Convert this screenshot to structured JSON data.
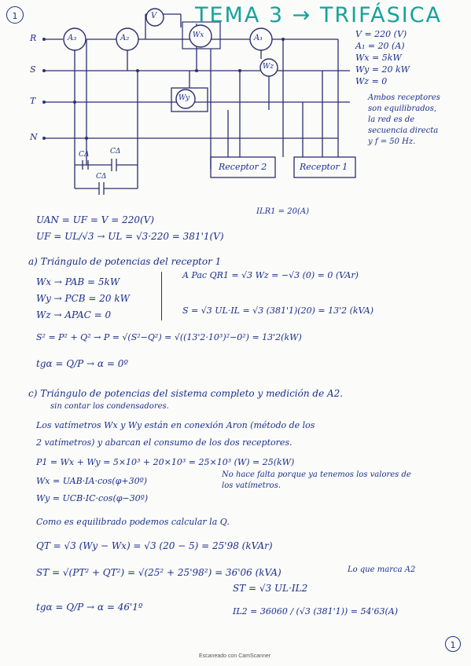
{
  "header": {
    "page_number": "1",
    "title": "TEMA 3 → TRIFÁSICA"
  },
  "diagram": {
    "lines": {
      "r": "R",
      "s": "S",
      "t": "T",
      "n": "N"
    },
    "meters": {
      "a3": "A₃",
      "a2": "A₂",
      "v": "V",
      "wx": "Wx",
      "a1": "A₁",
      "wz": "Wz",
      "wy": "Wy"
    },
    "capacitors": {
      "left": "CΔ",
      "middle": "CΔ",
      "bottom": "CΔ"
    },
    "receptors": {
      "r2": "Receptor 2",
      "r1": "Receptor 1"
    }
  },
  "data": {
    "items": [
      "V = 220 (V)",
      "A₁ = 20 (A)",
      "Wx = 5kW",
      "Wy = 20 kW",
      "Wz = 0"
    ],
    "note": [
      "Ambos receptores",
      "son equilibrados,",
      "la red es de",
      "secuencia directa",
      "y f = 50 Hz."
    ]
  },
  "body": {
    "ll1": "ILR1 = 20(A)",
    "l1": "UAN = UF = V = 220(V)",
    "l2": "UF = UL/√3 → UL = √3·220 = 381'1(V)",
    "a_head": "a) Triángulo de potencias del receptor 1",
    "a1": "Wx → PAB = 5kW",
    "a2": "Wy → PCB = 20 kW",
    "a3": "Wz → APAC = 0",
    "a_q": "A Pac   QR1 = √3 Wz = −√3 (0) = 0 (VAr)",
    "a_s": "S = √3 UL·IL = √3 (381'1)(20) = 13'2 (kVA)",
    "a_p": "S² = P² + Q² → P = √(S²−Q²) = √((13'2·10³)²−0²) = 13'2(kW)",
    "a_tg": "tgα = Q/P → α = 0º",
    "c_head": "c) Triángulo de potencias del sistema completo y medición de A2.",
    "c_sub": "sin contar los condensadores.",
    "c1": "Los vatímetros Wx y Wy están en conexión Aron (método de los",
    "c2": "2 vatímetros) y abarcan el consumo de los dos receptores.",
    "c3": "P1 = Wx + Wy = 5×10³ + 20×10³ = 25×10³ (W) = 25(kW)",
    "c4": "Wx = UAB·IA·cos(φ+30º)",
    "c5": "Wy = UCB·IC·cos(φ−30º)",
    "c_brace": "No hace falta porque ya tenemos los valores de los vatímetros.",
    "c6": "Como es equilibrado podemos calcular la Q.",
    "c7": "QT = √3 (Wy − Wx) = √3 (20 − 5) = 25'98 (kVAr)",
    "c8": "ST = √(PT² + QT²) = √(25² + 25'98²) = 36'06 (kVA)",
    "c9": "tgα = Q/P → α = 46'1º",
    "c10": "ST = √3 UL·IL2",
    "c11": "IL2 = 36060 / (√3 (381'1)) = 54'63(A)",
    "c_note": "Lo que marca A2"
  },
  "footer": {
    "scanner": "Escaneado con CamScanner",
    "page": "1"
  }
}
